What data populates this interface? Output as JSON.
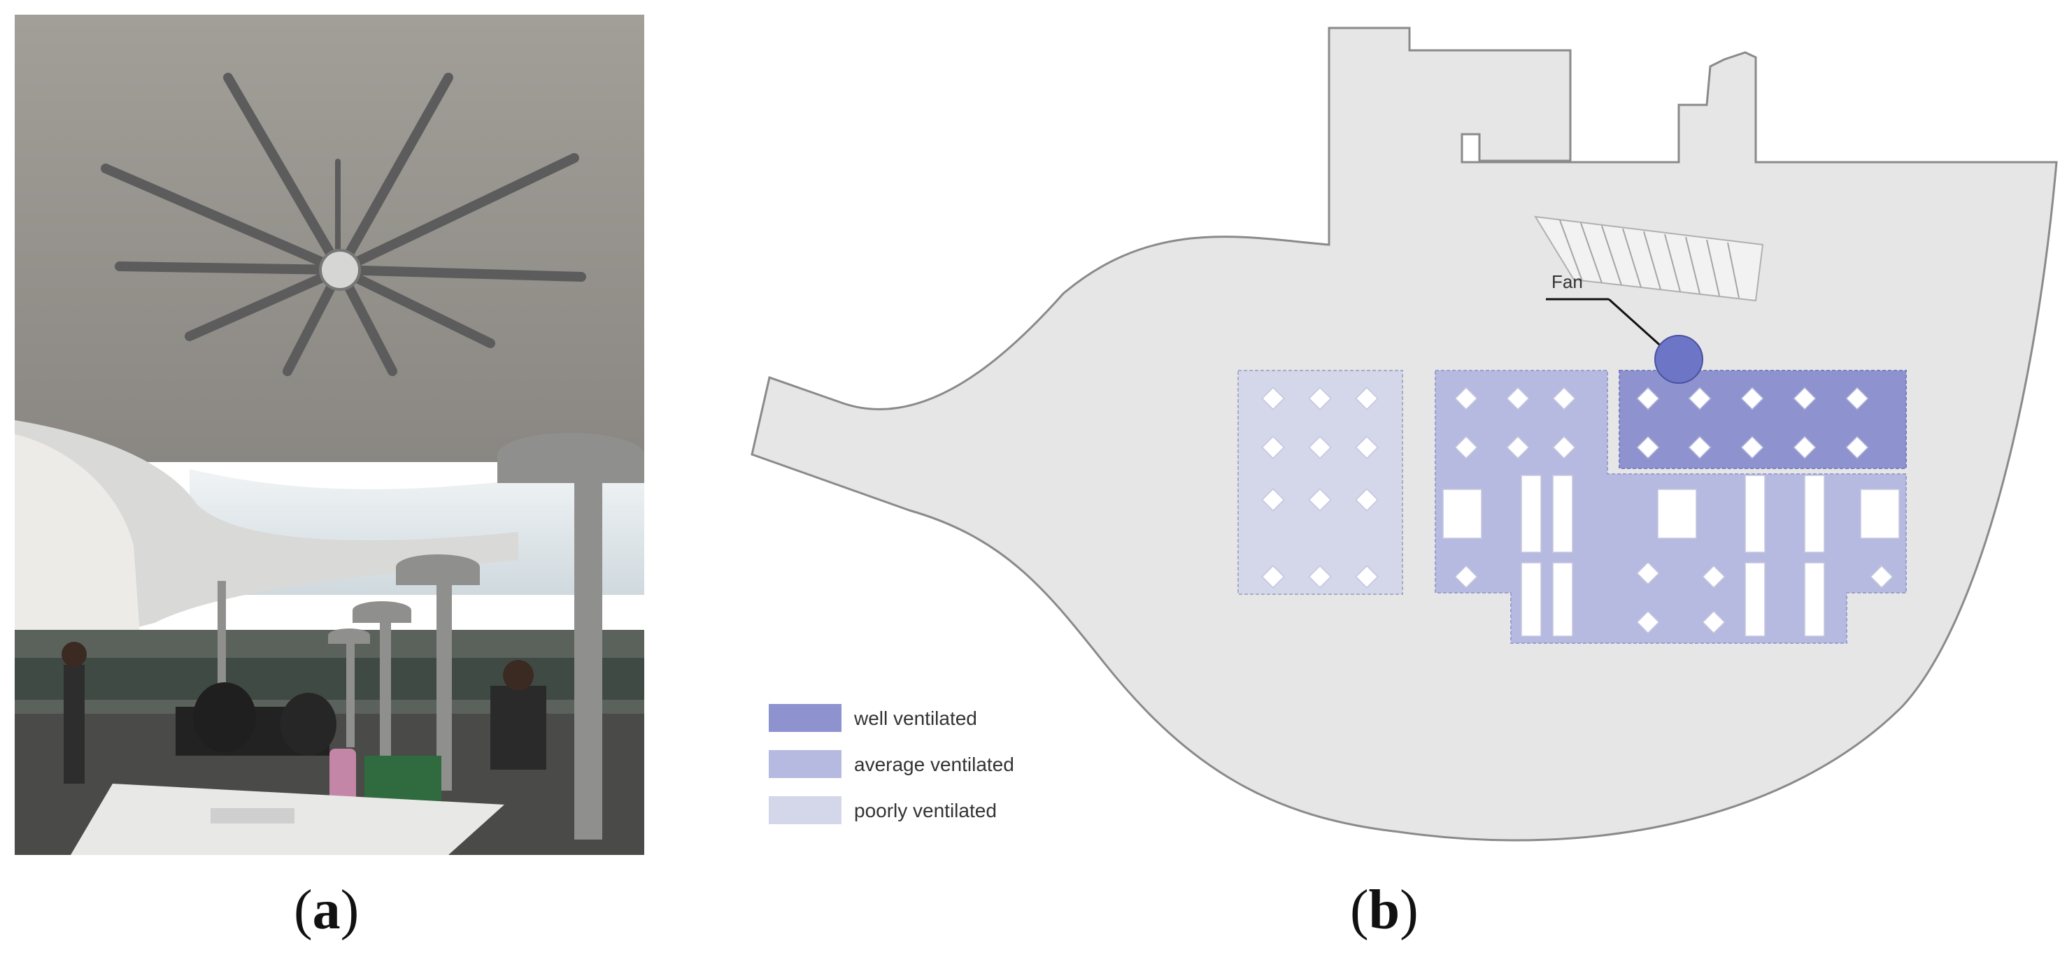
{
  "figure": {
    "panels": [
      {
        "id": "a",
        "caption_open": "(",
        "caption_label": "a",
        "caption_close": ")"
      },
      {
        "id": "b",
        "caption_open": "(",
        "caption_label": "b",
        "caption_close": ")"
      }
    ]
  },
  "floor_plan": {
    "fan_label": "Fan",
    "legend": [
      {
        "label": "well ventilated",
        "color": "#8e93cf"
      },
      {
        "label": "average ventilated",
        "color": "#b7bae0"
      },
      {
        "label": "poorly ventilated",
        "color": "#d4d6ea"
      }
    ],
    "colors": {
      "floor": "#e6e6e6",
      "outline": "#8a8a8a",
      "fan": "#6d76c6",
      "table": "#ffffff"
    }
  },
  "photo": {
    "colors": {
      "ceiling": "#9b9892",
      "column": "#8d8d8b",
      "sky": "#e4ecef"
    }
  }
}
